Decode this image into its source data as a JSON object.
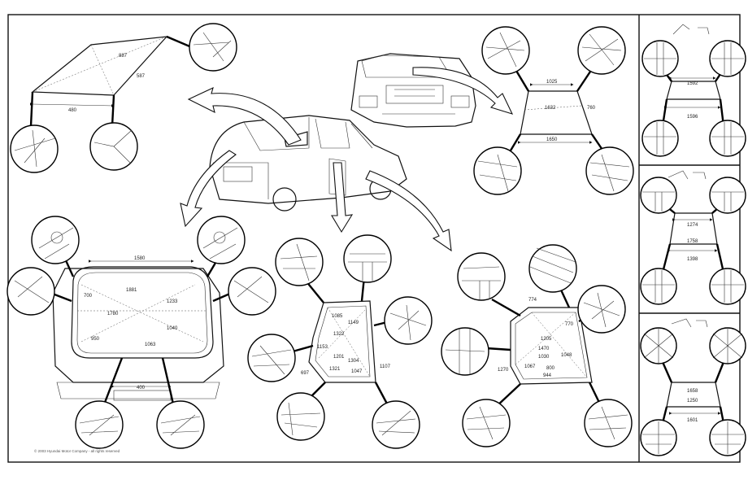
{
  "copyright": "© 2003 Hyundai Motor Company - all rights reserved",
  "roof_glass": {
    "dims": [
      "887",
      "587",
      "480"
    ]
  },
  "windshield": {
    "dims": [
      "1025",
      "1632",
      "760",
      "1650"
    ]
  },
  "rear_hatch": {
    "dims": [
      "1580",
      "1881",
      "700",
      "1780",
      "1233",
      "950",
      "1040",
      "1063",
      "400"
    ]
  },
  "rear_door": {
    "dims": [
      "1085",
      "1149",
      "1322",
      "1153",
      "1304",
      "1201",
      "697",
      "1047",
      "1321",
      "1107"
    ]
  },
  "front_door": {
    "dims": [
      "774",
      "770",
      "1205",
      "1470",
      "1030",
      "1048",
      "1270",
      "1067",
      "944",
      "800"
    ]
  },
  "side_panel_1": {
    "dims": [
      "1592",
      "1596"
    ]
  },
  "side_panel_2": {
    "dims": [
      "1274",
      "1758",
      "1398"
    ]
  },
  "side_panel_3": {
    "dims": [
      "1658",
      "1250",
      "1601"
    ]
  }
}
